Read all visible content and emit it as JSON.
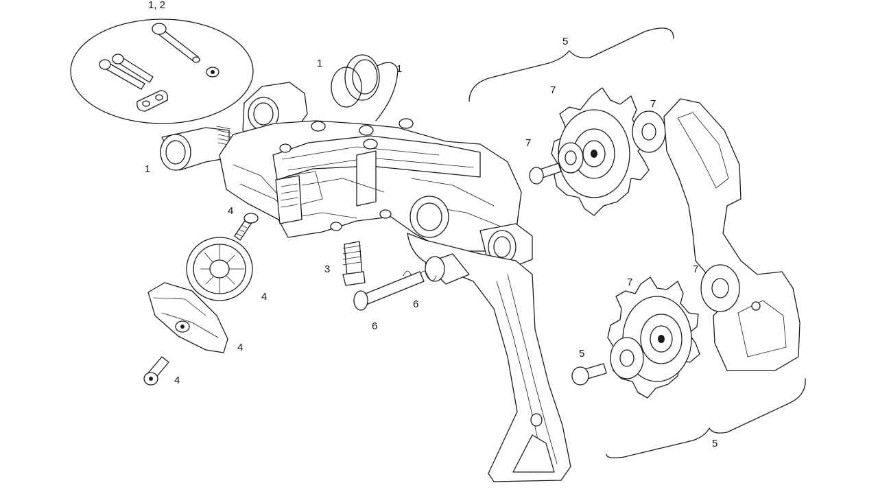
{
  "colors": {
    "line": "#1a1a1a",
    "background": "#ffffff",
    "text": "#111111"
  },
  "callouts": {
    "c_1_2": "1, 2",
    "c_1_top_a": "1",
    "c_1_top_b": "1",
    "c_1_left": "1",
    "c_4_bolt": "4",
    "c_4_disc": "4",
    "c_4_cover": "4",
    "c_4_screw": "4",
    "c_3": "3",
    "c_6_spring": "6",
    "c_6_pin": "6",
    "c_5_top": "5",
    "c_5_bottom": "5",
    "c_5_bolt": "5",
    "c_7_a": "7",
    "c_7_b": "7",
    "c_7_c": "7",
    "c_7_d": "7",
    "c_7_e": "7"
  }
}
